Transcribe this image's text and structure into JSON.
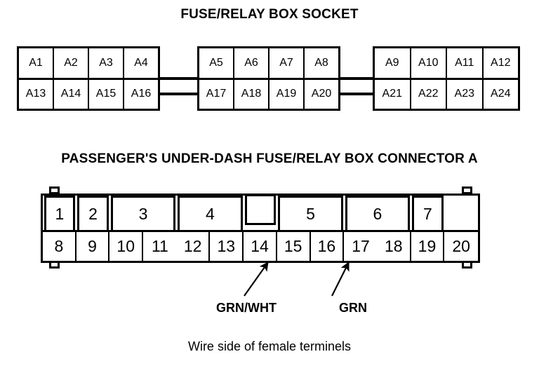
{
  "titles": {
    "socket": "FUSE/RELAY BOX SOCKET",
    "connector": "PASSENGER'S UNDER-DASH FUSE/RELAY BOX CONNECTOR A"
  },
  "caption": "Wire side of female terminels",
  "colors": {
    "line": "#000000",
    "background": "#ffffff",
    "text": "#000000"
  },
  "fuse_socket": {
    "groups": [
      {
        "top": [
          "A1",
          "A2",
          "A3",
          "A4"
        ],
        "bottom": [
          "A13",
          "A14",
          "A15",
          "A16"
        ]
      },
      {
        "top": [
          "A5",
          "A6",
          "A7",
          "A8"
        ],
        "bottom": [
          "A17",
          "A18",
          "A19",
          "A20"
        ]
      },
      {
        "top": [
          "A9",
          "A10",
          "A11",
          "A12"
        ],
        "bottom": [
          "A21",
          "A22",
          "A23",
          "A24"
        ]
      }
    ]
  },
  "connector_a": {
    "top_row": [
      {
        "label": "1",
        "span": 1,
        "blank": false
      },
      {
        "label": "2",
        "span": 1,
        "blank": false
      },
      {
        "label": "3",
        "span": 2,
        "blank": false
      },
      {
        "label": "4",
        "span": 2,
        "blank": false
      },
      {
        "label": "",
        "span": 1,
        "blank": true
      },
      {
        "label": "5",
        "span": 2,
        "blank": false
      },
      {
        "label": "6",
        "span": 2,
        "blank": false
      },
      {
        "label": "7",
        "span": 1,
        "blank": false
      }
    ],
    "bottom_row": [
      "8",
      "9",
      "10",
      "11",
      "12",
      "13",
      "14",
      "15",
      "16",
      "17",
      "18",
      "19",
      "20"
    ],
    "latch_tabs": [
      "top-left",
      "bottom-left",
      "top-right",
      "bottom-right"
    ]
  },
  "wire_callouts": [
    {
      "label": "GRN/WHT",
      "pin": "14"
    },
    {
      "label": "GRN",
      "pin": "16"
    }
  ]
}
